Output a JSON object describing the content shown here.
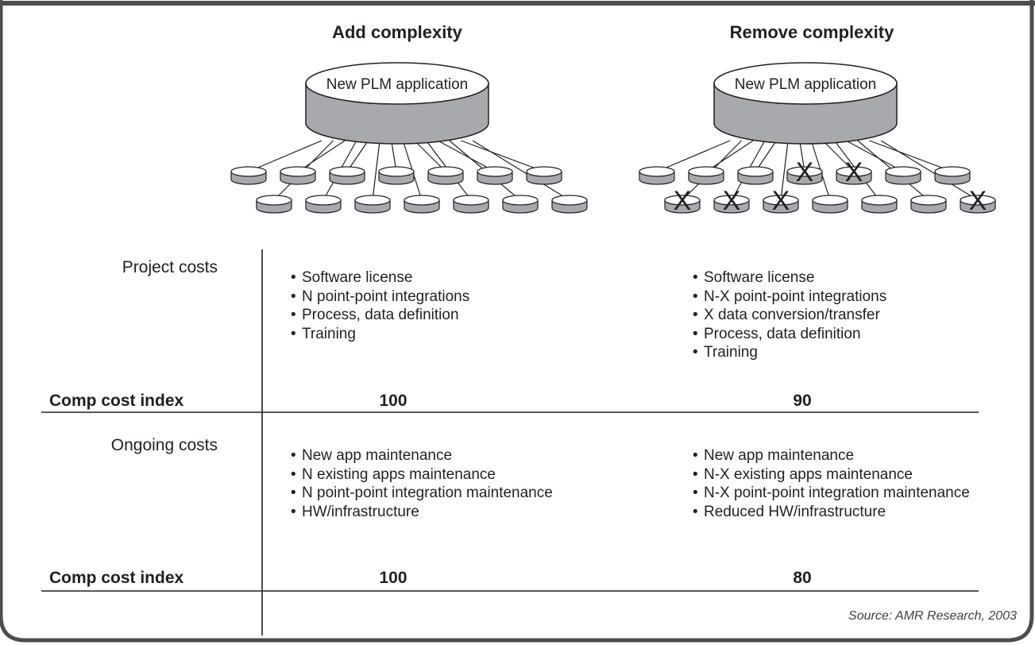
{
  "headings": {
    "add": "Add complexity",
    "remove": "Remove complexity"
  },
  "diagram": {
    "app_label_add": "New PLM application",
    "app_label_remove": "New PLM application",
    "removed_marker": "X"
  },
  "rows": {
    "project_label": "Project costs",
    "ongoing_label": "Ongoing costs",
    "index_label_1": "Comp cost index",
    "index_label_2": "Comp cost index"
  },
  "project_costs": {
    "add": [
      "Software license",
      "N point-point integrations",
      "Process, data definition",
      "Training"
    ],
    "remove": [
      "Software license",
      "N-X point-point integrations",
      "X data conversion/transfer",
      "Process, data definition",
      "Training"
    ]
  },
  "project_index": {
    "add": "100",
    "remove": "90"
  },
  "ongoing_costs": {
    "add": [
      "New app maintenance",
      "N existing apps maintenance",
      "N point-point integration maintenance",
      "HW/infrastructure"
    ],
    "remove": [
      "New app maintenance",
      "N-X existing apps maintenance",
      "N-X point-point integration maintenance",
      "Reduced HW/infrastructure"
    ]
  },
  "ongoing_index": {
    "add": "100",
    "remove": "80"
  },
  "source": "Source: AMR Research, 2003",
  "colors": {
    "frame": "#4d4d4f",
    "cylinder_side": "#a7a9ac",
    "cylinder_top": "#ffffff",
    "ink": "#231f20"
  }
}
